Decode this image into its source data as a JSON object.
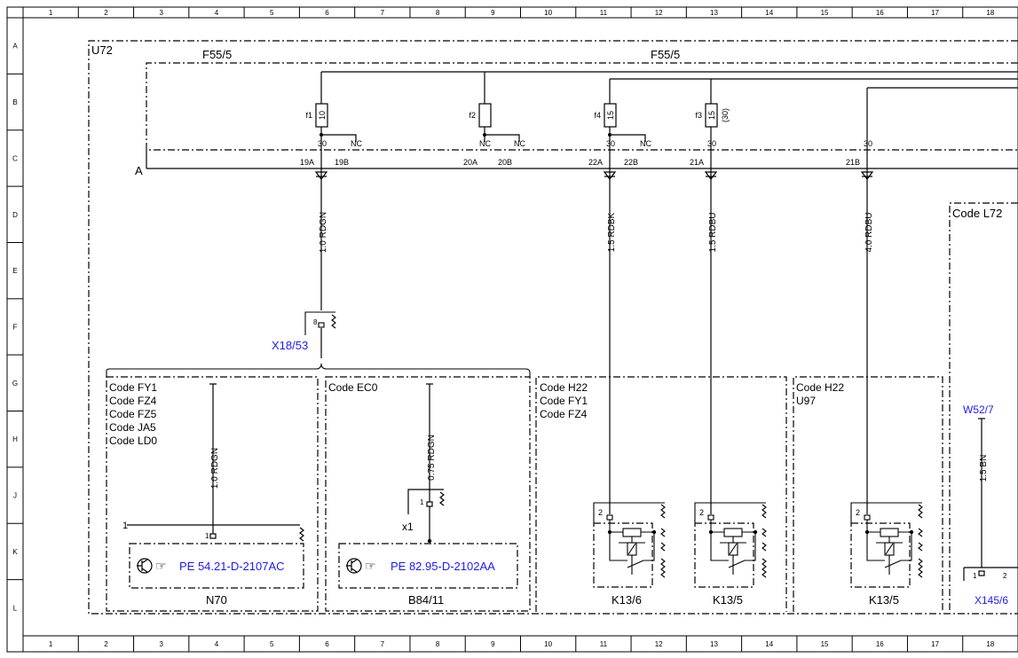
{
  "ruler": {
    "columns": [
      "1",
      "2",
      "3",
      "4",
      "5",
      "6",
      "7",
      "8",
      "9",
      "10",
      "11",
      "12",
      "13",
      "14",
      "15",
      "16",
      "17",
      "18"
    ],
    "rows": [
      "A",
      "B",
      "C",
      "D",
      "E",
      "F",
      "G",
      "H",
      "J",
      "K",
      "L"
    ]
  },
  "labels": {
    "u72": "U72",
    "f55_left": "F55/5",
    "f55_right": "F55/5",
    "bus_a": "A",
    "x18": "X18/53",
    "pin8": "8",
    "pin1": "1",
    "pin2": "2",
    "x1": "x1",
    "code_l72": "Code L72",
    "w52": "W52/7",
    "wire_15bn": "1.5 BN",
    "x145": "X145/6"
  },
  "fuses": [
    {
      "name": "f1",
      "rating": "10",
      "extra": ""
    },
    {
      "name": "f2",
      "rating": "",
      "extra": ""
    },
    {
      "name": "f4",
      "rating": "15",
      "extra": ""
    },
    {
      "name": "f3",
      "rating": "15",
      "extra": "(30)"
    }
  ],
  "terminals": {
    "t30a": "30",
    "nc1": "NC",
    "nc2a": "NC",
    "nc2b": "NC",
    "t30b": "30",
    "nc4": "NC",
    "t30c": "30",
    "t30d": "30"
  },
  "pins": [
    "19A",
    "19B",
    "20A",
    "20B",
    "22A",
    "22B",
    "21A",
    "21B"
  ],
  "wires": {
    "w1": "1.0 RDGN",
    "w2": "1.5 RDBK",
    "w3": "1.5 RDBU",
    "w4": "4.0 RDBU",
    "w5": "1.0 RDGN",
    "w6": "0.75 RDGN"
  },
  "panels": {
    "p1_codes": [
      "Code FY1",
      "Code FZ4",
      "Code FZ5",
      "Code JA5",
      "Code LD0"
    ],
    "p1_ref": "PE 54.21-D-2107AC",
    "p1_name": "N70",
    "p2_codes": [
      "Code EC0"
    ],
    "p2_ref": "PE 82.95-D-2102AA",
    "p2_name": "B84/11",
    "p3_codes": [
      "Code H22",
      "Code FY1",
      "Code FZ4"
    ],
    "p3_name1": "K13/6",
    "p3_name2": "K13/5",
    "p4_codes": [
      "Code H22",
      "U97"
    ],
    "p4_name": "K13/5"
  },
  "colors": {
    "link": "#1a1aff",
    "line": "#000000"
  }
}
